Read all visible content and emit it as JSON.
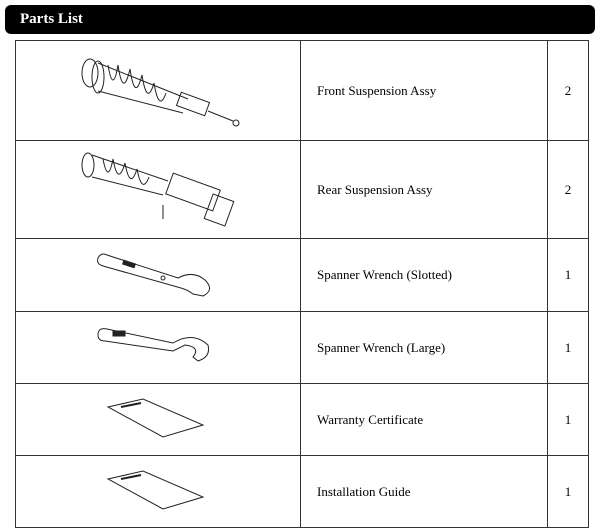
{
  "header": {
    "title": "Parts List"
  },
  "parts": [
    {
      "name": "Front Suspension Assy",
      "qty": "2",
      "icon": "front-suspension-icon"
    },
    {
      "name": "Rear Suspension Assy",
      "qty": "2",
      "icon": "rear-suspension-icon"
    },
    {
      "name": "Spanner Wrench (Slotted)",
      "qty": "1",
      "icon": "slotted-wrench-icon"
    },
    {
      "name": "Spanner Wrench (Large)",
      "qty": "1",
      "icon": "large-wrench-icon"
    },
    {
      "name": "Warranty Certificate",
      "qty": "1",
      "icon": "document-icon"
    },
    {
      "name": "Installation Guide",
      "qty": "1",
      "icon": "document-icon"
    }
  ]
}
